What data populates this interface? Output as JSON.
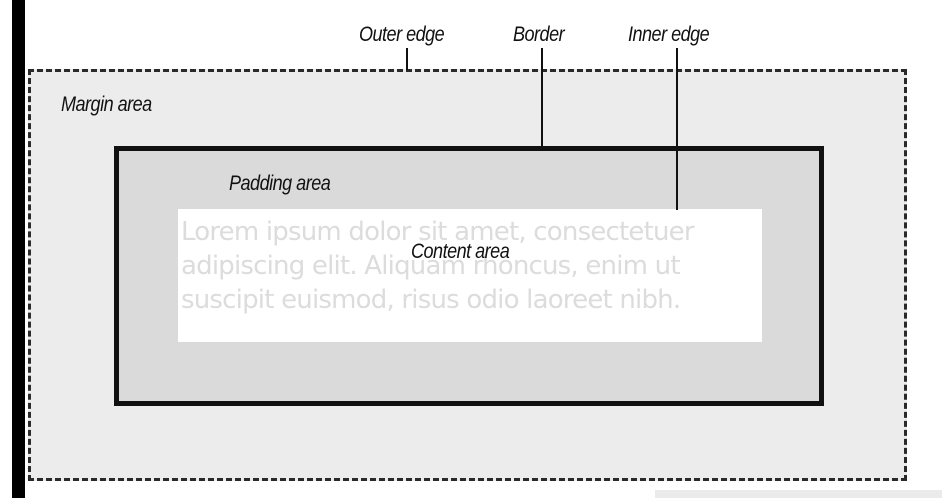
{
  "labels": {
    "outer_edge": "Outer edge",
    "border": "Border",
    "inner_edge": "Inner edge",
    "margin_area": "Margin area",
    "padding_area": "Padding area",
    "content_area": "Content area"
  },
  "content_text": "Lorem ipsum dolor sit amet, consectetuer\nadipiscing elit. Aliquam rhoncus, enim ut\nsuscipit euismod, risus odio laoreet nibh."
}
